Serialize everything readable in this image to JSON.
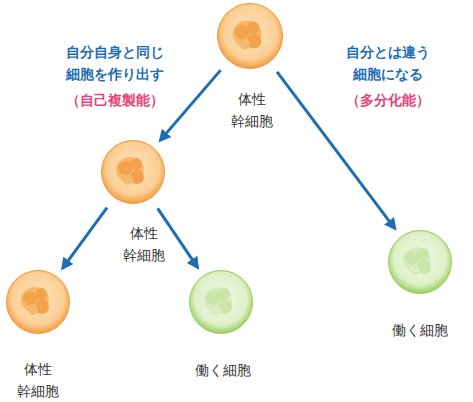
{
  "diagram": {
    "nodes": [
      {
        "text": [
          "体性 幹細胞"
        ]
      },
      {
        "text": [
          "体性 幹細胞"
        ]
      },
      {
        "text": [
          "体性 幹細胞"
        ]
      },
      {
        "text": [
          "働く細胞"
        ]
      },
      {
        "text": [
          "働く細胞"
        ]
      }
    ],
    "edges": [
      {
        "from": 0,
        "to": 1,
        "arrow": "to"
      },
      {
        "from": 0,
        "to": 4,
        "arrow": "to"
      },
      {
        "from": 1,
        "to": 2,
        "arrow": "to"
      },
      {
        "from": 1,
        "to": 3,
        "arrow": "to"
      }
    ],
    "labels": [
      "自分自身と同じ 細胞を作り出す",
      "（自己複製能）",
      "自分とは違う 細胞になる",
      "（多分化能）"
    ]
  }
}
